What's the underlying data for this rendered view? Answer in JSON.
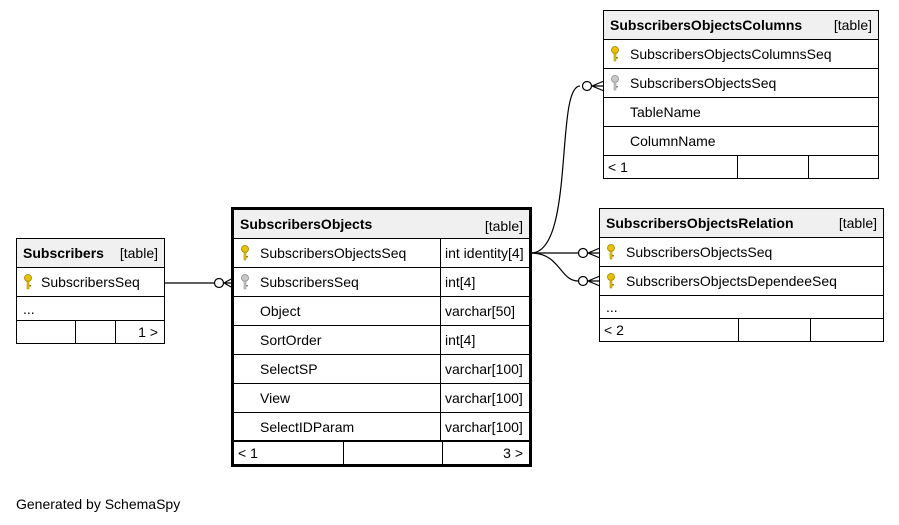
{
  "tables": {
    "subscribers": {
      "name": "Subscribers",
      "kind": "[table]",
      "columns": [
        {
          "name": "SubscribersSeq",
          "key": "primary"
        }
      ],
      "ellipsis": "...",
      "footer": [
        "",
        "",
        "1 >"
      ]
    },
    "subscribersObjects": {
      "name": "SubscribersObjects",
      "kind": "[table]",
      "columns": [
        {
          "name": "SubscribersObjectsSeq",
          "type": "int identity[4]",
          "key": "primary"
        },
        {
          "name": "SubscribersSeq",
          "type": "int[4]",
          "key": "foreign"
        },
        {
          "name": "Object",
          "type": "varchar[50]",
          "key": "none"
        },
        {
          "name": "SortOrder",
          "type": "int[4]",
          "key": "none"
        },
        {
          "name": "SelectSP",
          "type": "varchar[100]",
          "key": "none"
        },
        {
          "name": "View",
          "type": "varchar[100]",
          "key": "none"
        },
        {
          "name": "SelectIDParam",
          "type": "varchar[100]",
          "key": "none"
        }
      ],
      "footer": [
        "< 1",
        "",
        "3 >"
      ]
    },
    "subscribersObjectsColumns": {
      "name": "SubscribersObjectsColumns",
      "kind": "[table]",
      "columns": [
        {
          "name": "SubscribersObjectsColumnsSeq",
          "key": "primary"
        },
        {
          "name": "SubscribersObjectsSeq",
          "key": "foreign"
        },
        {
          "name": "TableName",
          "key": "none"
        },
        {
          "name": "ColumnName",
          "key": "none"
        }
      ],
      "footer": [
        "< 1",
        "",
        ""
      ]
    },
    "subscribersObjectsRelation": {
      "name": "SubscribersObjectsRelation",
      "kind": "[table]",
      "columns": [
        {
          "name": "SubscribersObjectsSeq",
          "key": "primary"
        },
        {
          "name": "SubscribersObjectsDependeeSeq",
          "key": "primary"
        }
      ],
      "ellipsis": "...",
      "footer": [
        "< 2",
        "",
        ""
      ]
    }
  },
  "icons": {
    "primary": "key-gold-icon",
    "foreign": "key-gray-icon"
  },
  "colors": {
    "primary_key": "#e6c200",
    "foreign_key": "#a8a8a8",
    "header_bg": "#f0f0f0"
  },
  "generated_by": "Generated by SchemaSpy"
}
